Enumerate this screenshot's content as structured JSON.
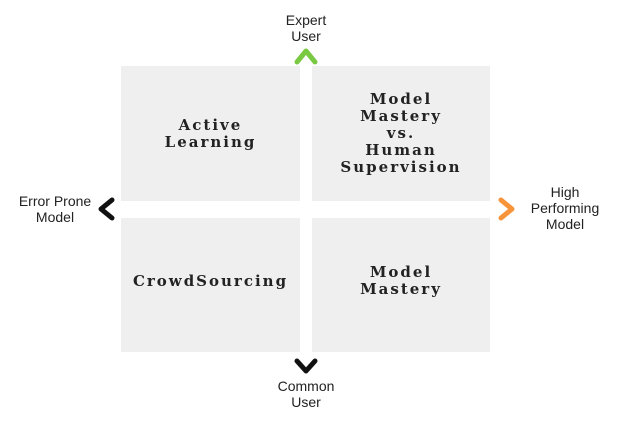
{
  "axes": {
    "top": "Expert\nUser",
    "bottom": "Common\nUser",
    "left": "Error Prone\nModel",
    "right": "High\nPerforming\nModel"
  },
  "quadrants": {
    "top_left": "Active\nLearning",
    "top_right": "Model\nMastery\nvs.\nHuman\nSupervision",
    "bottom_left": "CrowdSourcing",
    "bottom_right": "Model\nMastery"
  },
  "colors": {
    "vertical_top": "#7ac943",
    "vertical_bottom": "#111111",
    "horizontal_left": "#111111",
    "horizontal_right": "#f7943a",
    "quadrant_bg": "#efefef"
  }
}
